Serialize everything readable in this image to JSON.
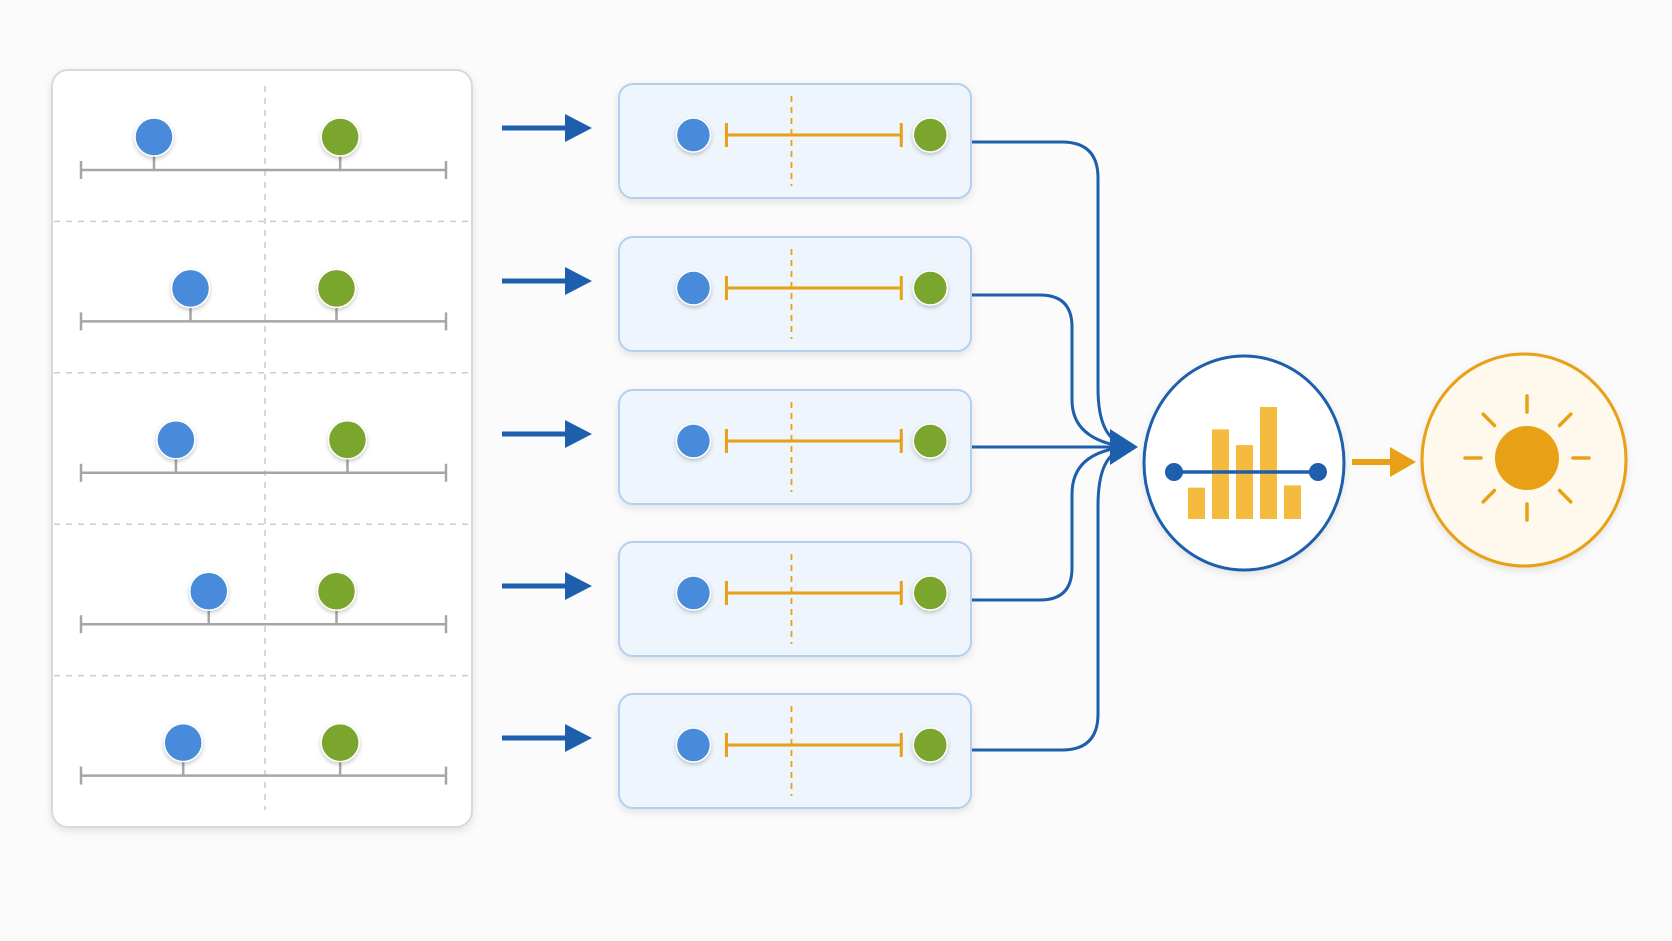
{
  "colors": {
    "background": "#fbfbfb",
    "panel_fill": "#ffffff",
    "panel_border": "#d9d9d9",
    "axis_gray": "#a6a6a6",
    "divider_gray": "#cccccc",
    "blue_marker": "#4a8bdb",
    "green_marker": "#7aa62e",
    "card_fill": "#eef5fc",
    "card_border": "#b3d0ee",
    "accent_blue": "#1e5fad",
    "accent_orange": "#e8a016",
    "bar_orange": "#f4bb3f",
    "result_fill": "#fff8ec"
  },
  "sample_rows": [
    {
      "blue": 0.2,
      "green": 0.71
    },
    {
      "blue": 0.3,
      "green": 0.7
    },
    {
      "blue": 0.26,
      "green": 0.73
    },
    {
      "blue": 0.35,
      "green": 0.7
    },
    {
      "blue": 0.28,
      "green": 0.71
    }
  ],
  "interval_cards": [
    {
      "span": [
        0.22,
        0.89
      ]
    },
    {
      "span": [
        0.22,
        0.89
      ]
    },
    {
      "span": [
        0.22,
        0.89
      ]
    },
    {
      "span": [
        0.22,
        0.89
      ]
    },
    {
      "span": [
        0.22,
        0.89
      ]
    }
  ],
  "aggregate": {
    "icon": "bar-chart-with-interval-icon",
    "bar_levels": [
      0.28,
      0.8,
      0.66,
      1.0,
      0.3
    ]
  },
  "result": {
    "icon": "sun-icon"
  }
}
